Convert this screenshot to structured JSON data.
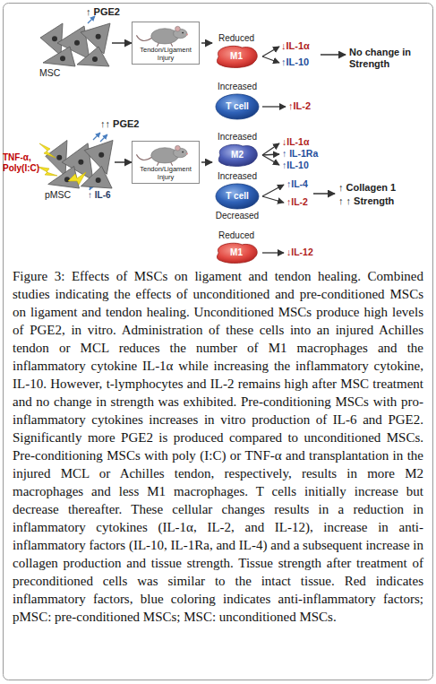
{
  "diagram": {
    "caption": "Figure 3: Effects of MSCs on ligament and tendon healing. Combined studies indicating the effects of unconditioned and pre-conditioned MSCs on ligament and tendon healing. Unconditioned MSCs produce high levels of PGE2, in vitro. Administration of these cells into an injured Achilles tendon or MCL reduces the number of M1 macrophages and the inflammatory cytokine IL-1α while increasing the inflammatory cytokine, IL-10. However, t-lymphocytes and IL-2 remains high after MSC treatment and no change in strength was exhibited. Pre-conditioning MSCs with pro-inflammatory cytokines increases in vitro production of IL-6 and PGE2. Significantly more PGE2 is produced compared to unconditioned MSCs. Pre-conditioning MSCs with poly (I:C) or TNF-α and transplantation in the injured MCL or Achilles tendon, respectively, results in more M2 macrophages and less M1 macrophages. T cells initially increase but decrease thereafter. These cellular changes results in a reduction in inflammatory cytokines (IL-1α, IL-2, and IL-12), increase in anti-inflammatory factors (IL-10, IL-1Ra, and IL-4) and a subsequent increase in collagen production and tissue strength. Tissue strength after treatment of preconditioned cells was similar to the intact tissue. Red indicates inflammatory factors, blue coloring indicates anti-inflammatory factors; pMSC: pre-conditioned MSCs; MSC: unconditioned MSCs.",
    "nodes": [
      {
        "text": [
          "MSC"
        ]
      },
      {
        "text": [
          "Tendon/Ligament Injury"
        ]
      },
      {
        "text": [
          "Reduced",
          "M1"
        ]
      },
      {
        "text": [
          "Increased",
          "T cell"
        ]
      },
      {
        "text": [
          "pMSC"
        ]
      },
      {
        "text": [
          "Tendon/Ligament Injury"
        ]
      },
      {
        "text": [
          "Increased",
          "M2"
        ]
      },
      {
        "text": [
          "Increased",
          "Decreased",
          "T cell"
        ]
      },
      {
        "text": [
          "Reduced",
          "M1"
        ]
      }
    ],
    "edges": [
      {
        "from": 0,
        "to": 1,
        "arrow": "to"
      },
      {
        "from": 4,
        "to": 5,
        "arrow": "to"
      }
    ],
    "labels": [
      "↑ PGE2",
      "↓IL-1α",
      "↑IL-10",
      "No change in Strength",
      "↑IL-2",
      "↑↑ PGE2",
      "TNF-α, Poly(I:C)",
      "↑ IL-6",
      "↓IL-1α",
      "↑ IL-1Ra",
      "↑IL-10",
      "↑IL-4",
      "↑IL-2",
      "↑ Collagen 1",
      "↑ ↑ Strength",
      "↓IL-12"
    ]
  }
}
